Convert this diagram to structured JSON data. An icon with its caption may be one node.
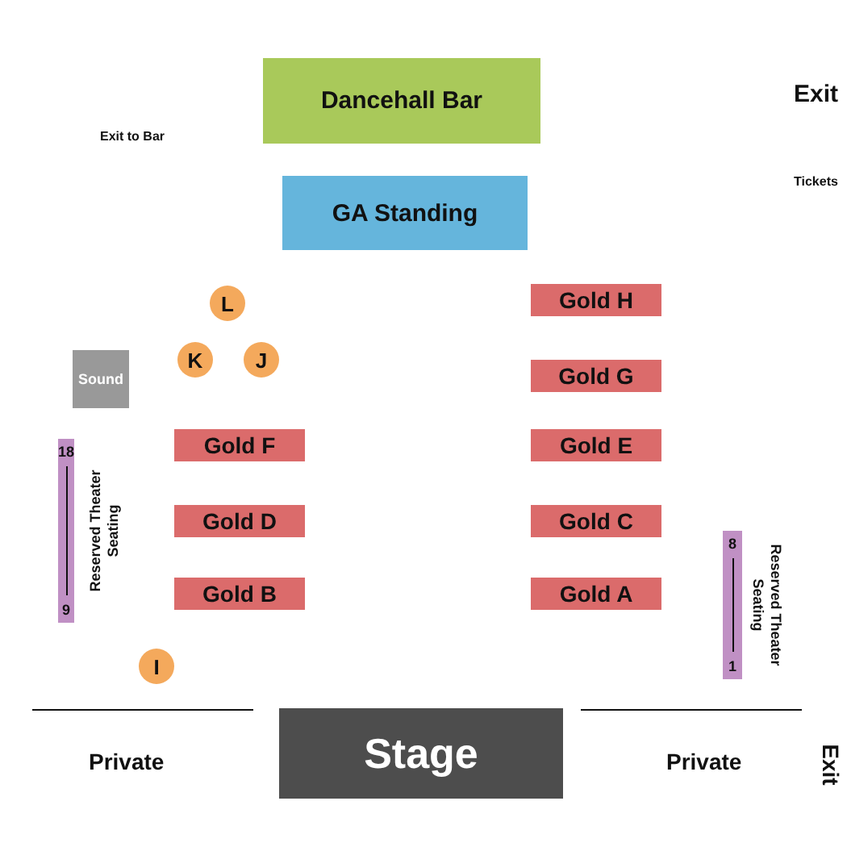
{
  "diagram": {
    "nodes": [
      {
        "text": [
          "Dancehall Bar"
        ]
      },
      {
        "text": [
          "GA Standing"
        ]
      },
      {
        "text": [
          "L"
        ]
      },
      {
        "text": [
          "Gold H"
        ]
      },
      {
        "text": [
          "K"
        ]
      },
      {
        "text": [
          "J"
        ]
      },
      {
        "text": [
          "Sound"
        ]
      },
      {
        "text": [
          "Gold G"
        ]
      },
      {
        "text": [
          "Gold F"
        ]
      },
      {
        "text": [
          "Gold E"
        ]
      },
      {
        "text": [
          "18",
          "9"
        ],
        "beside": [
          "Reserved Theater Seating"
        ]
      },
      {
        "text": [
          "Gold D"
        ]
      },
      {
        "text": [
          "Gold C"
        ]
      },
      {
        "text": [
          "8",
          "1"
        ],
        "beside": [
          "Reserved Theater Seating"
        ]
      },
      {
        "text": [
          "Gold B"
        ]
      },
      {
        "text": [
          "Gold A"
        ]
      },
      {
        "text": [
          "I"
        ]
      },
      {
        "text": [
          "Stage"
        ]
      }
    ],
    "edges": [],
    "labels": [
      "Exit",
      "Exit to Bar",
      "Tickets",
      "Private",
      "Private",
      "Exit"
    ]
  }
}
